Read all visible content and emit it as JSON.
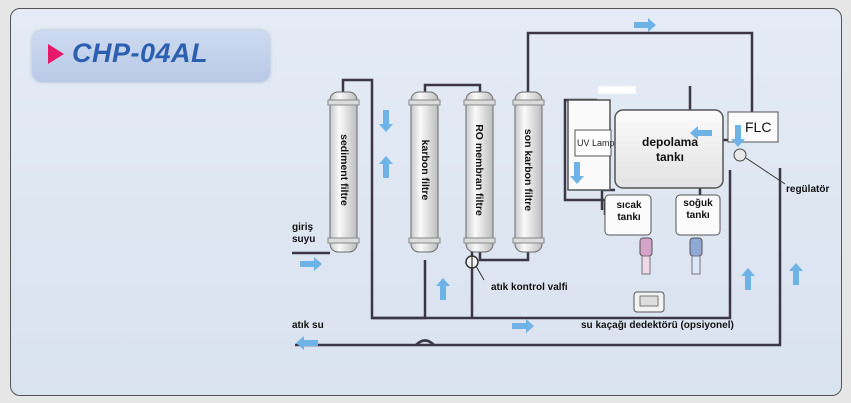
{
  "title": "CHP-04AL",
  "filters": {
    "sediment": "sediment filtre",
    "carbon": "karbon filtre",
    "ro": "RO membran filtre",
    "post_carbon": "son karbon filtre"
  },
  "labels": {
    "inlet": "giriş suyu",
    "drain": "atık su",
    "drain_valve": "atık kontrol valfi",
    "leak_detector": "su kaçağı dedektörü (opsiyonel)",
    "storage_tank": "depolama tankı",
    "uv_lamp": "UV Lamp",
    "hot_tank": "sıcak tankı",
    "cold_tank": "soğuk tankı",
    "flc": "FLC",
    "regulator": "regülatör"
  },
  "colors": {
    "title": "#2c5fb0",
    "title_arrow": "#e6196b",
    "pipe": "#3d3646",
    "flow_arrow": "#6fb3e6",
    "filter_body": "#f2f2f2"
  },
  "icons": [
    "flow-arrow-icon",
    "play-triangle-icon",
    "valve-icon",
    "faucet-icon"
  ]
}
